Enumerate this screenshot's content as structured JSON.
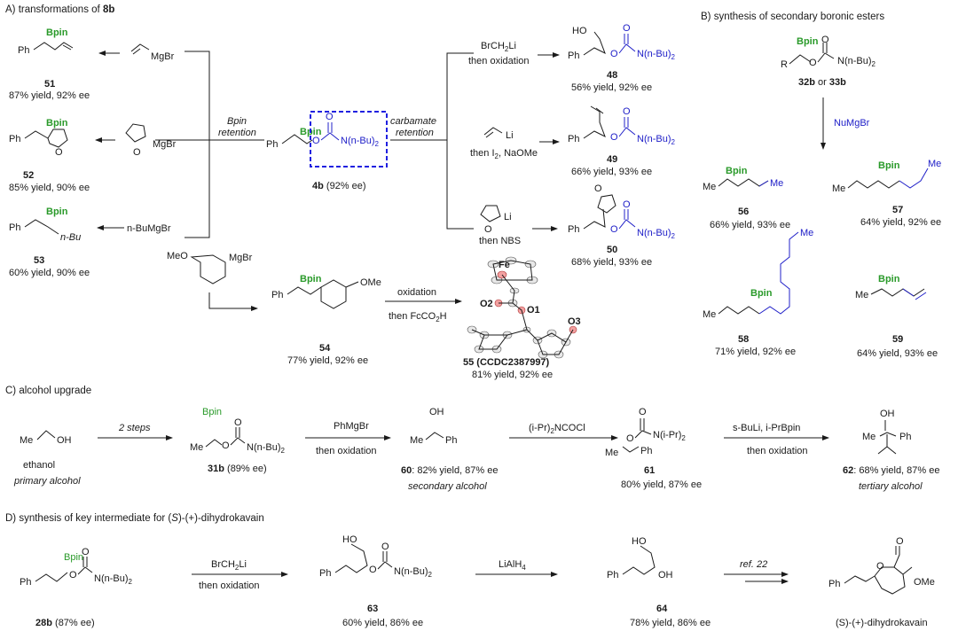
{
  "sections": {
    "a": "A) transformations of ",
    "a_bold": "8b",
    "b": "B) synthesis of secondary boronic esters",
    "c": "C) alcohol upgrade",
    "d_pre": "D) synthesis of key intermediate for (",
    "d_s": "S",
    "d_post": ")-(+)-dihydrokavain"
  },
  "common": {
    "bpin": "Bpin",
    "ph": "Ph",
    "o": "O",
    "me": "Me",
    "oh": "OH",
    "ho": "HO",
    "r": "R",
    "nbu2": "N(n-Bu)",
    "sub2": "2"
  },
  "center": {
    "label": "4b",
    "ee": " (92% ee)",
    "left_arrow": "Bpin",
    "left_arrow2": "retention",
    "right_arrow": "carbamate",
    "right_arrow2": "retention"
  },
  "left_products": [
    {
      "id": "51",
      "yield": "87% yield, 92% ee",
      "reagent": "MgBr"
    },
    {
      "id": "52",
      "yield": "85% yield, 90% ee",
      "reagent": "MgBr"
    },
    {
      "id": "53",
      "yield": "60% yield, 90% ee",
      "reagent": "n-BuMgBr",
      "sub": "n-Bu"
    }
  ],
  "right_products": [
    {
      "id": "48",
      "yield": "56% yield, 92% ee",
      "r1": "BrCH",
      "r1b": "Li",
      "r2": "then oxidation"
    },
    {
      "id": "49",
      "yield": "66% yield, 93% ee",
      "r1": "Li",
      "r2": "then I",
      "r2b": ", NaOMe"
    },
    {
      "id": "50",
      "yield": "68% yield, 93% ee",
      "r1": "Li",
      "r2": "then NBS"
    }
  ],
  "aryl": {
    "reagent_ome": "MeO",
    "reagent_mg": "MgBr",
    "id": "54",
    "yield": "77% yield, 92% ee",
    "ome": "OMe",
    "cond1": "oxidation",
    "cond2": "then FcCO",
    "cond2b": "H",
    "xray_id": "55 (CCDC2387997)",
    "xray_yield": "81% yield, 92% ee",
    "xray_labels": [
      "Fe",
      "O2",
      "O1",
      "O3"
    ]
  },
  "panel_b": {
    "start": "32b",
    "or": " or ",
    "start2": "33b",
    "reagent": "NuMgBr",
    "products": [
      {
        "id": "56",
        "yield": "66% yield, 93% ee"
      },
      {
        "id": "57",
        "yield": "64% yield, 92% ee"
      },
      {
        "id": "58",
        "yield": "71% yield, 92% ee"
      },
      {
        "id": "59",
        "yield": "64% yield, 93% ee"
      }
    ]
  },
  "panel_c": {
    "ethanol": "ethanol",
    "primary": "primary alcohol",
    "steps": "2 steps",
    "s31": "31b",
    "s31ee": " (89% ee)",
    "reag1": "PhMgBr",
    "reag1b": "then oxidation",
    "s60": "60",
    "s60y": ": 82% yield, 87% ee",
    "secondary": "secondary alcohol",
    "reag2": "(i-Pr)",
    "reag2b": "NCOCl",
    "nipr": "N(i-Pr)",
    "s61": "61",
    "s61y": "80% yield, 87% ee",
    "reag3": "s-BuLi, i-PrBpin",
    "reag3b": "then oxidation",
    "s62": "62",
    "s62y": ": 68% yield, 87% ee",
    "tertiary": "tertiary alcohol"
  },
  "panel_d": {
    "s28": "28b",
    "s28ee": " (87% ee)",
    "reag1": "BrCH",
    "reag1b": "Li",
    "reag1c": "then oxidation",
    "s63": "63",
    "s63y": "60% yield, 86% ee",
    "reag2": "LiAlH",
    "reag2b": "4",
    "s64": "64",
    "s64y": "78% yield, 86% ee",
    "ref": "ref. 22",
    "final": "(S)-(+)-dihydrokavain",
    "ome": "OMe"
  }
}
